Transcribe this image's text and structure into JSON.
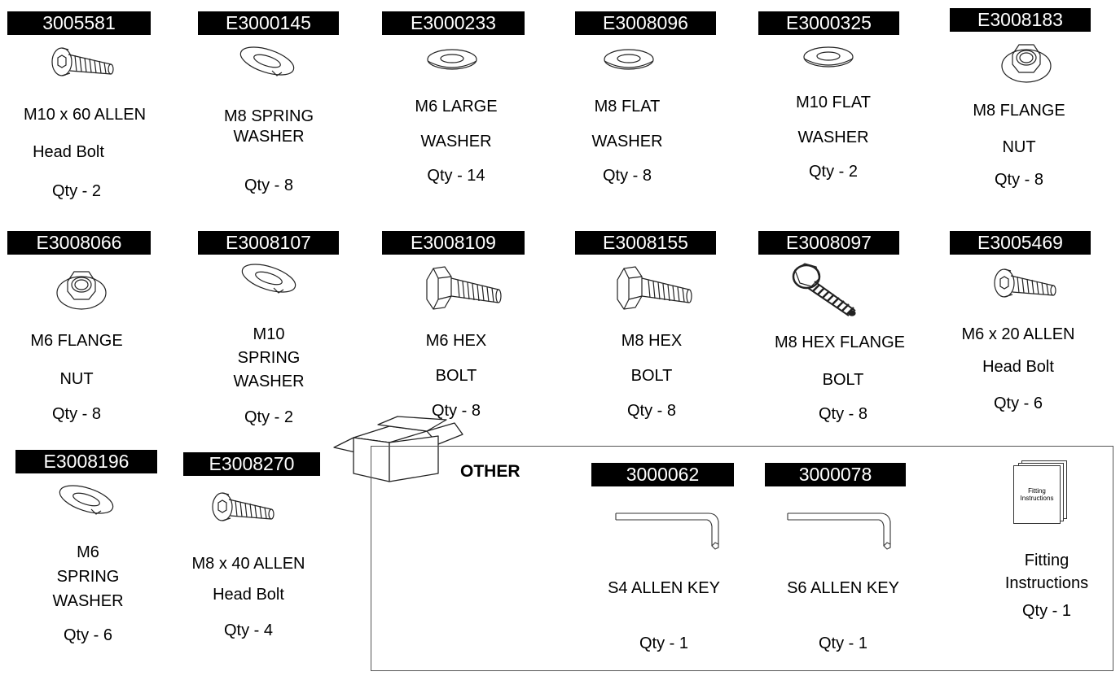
{
  "items": [
    {
      "code": "3005581",
      "lines": [
        "M10 x 60 ALLEN",
        "Head Bolt",
        "Qty - 2"
      ],
      "icon": "allen-bolt-icon"
    },
    {
      "code": "E3000145",
      "lines": [
        "M8 SPRING",
        "WASHER",
        "Qty - 8"
      ],
      "icon": "spring-washer-icon"
    },
    {
      "code": "E3000233",
      "lines": [
        "M6 LARGE",
        "WASHER",
        "Qty - 14"
      ],
      "icon": "flat-washer-icon"
    },
    {
      "code": "E3008096",
      "lines": [
        "M8 FLAT",
        "WASHER",
        "Qty - 8"
      ],
      "icon": "flat-washer-icon"
    },
    {
      "code": "E3000325",
      "lines": [
        "M10 FLAT",
        "WASHER",
        "Qty - 2"
      ],
      "icon": "flat-washer-icon"
    },
    {
      "code": "E3008183",
      "lines": [
        "M8 FLANGE",
        "NUT",
        "Qty - 8"
      ],
      "icon": "flange-nut-icon"
    },
    {
      "code": "E3008066",
      "lines": [
        "M6 FLANGE",
        "NUT",
        "Qty - 8"
      ],
      "icon": "flange-nut-icon"
    },
    {
      "code": "E3008107",
      "lines": [
        "M10",
        "SPRING",
        "WASHER",
        "Qty - 2"
      ],
      "icon": "spring-washer-icon"
    },
    {
      "code": "E3008109",
      "lines": [
        "M6 HEX",
        "BOLT",
        "Qty - 8"
      ],
      "icon": "hex-bolt-icon"
    },
    {
      "code": "E3008155",
      "lines": [
        "M8 HEX",
        "BOLT",
        "Qty - 8"
      ],
      "icon": "hex-bolt-icon"
    },
    {
      "code": "E3008097",
      "lines": [
        "M8 HEX FLANGE",
        "BOLT",
        "Qty - 8"
      ],
      "icon": "hex-flange-bolt-icon"
    },
    {
      "code": "E3005469",
      "lines": [
        "M6 x 20 ALLEN",
        "Head Bolt",
        "Qty - 6"
      ],
      "icon": "allen-bolt-icon"
    },
    {
      "code": "E3008196",
      "lines": [
        "M6",
        "SPRING",
        "WASHER",
        "Qty - 6"
      ],
      "icon": "spring-washer-icon"
    },
    {
      "code": "E3008270",
      "lines": [
        "M8 x 40 ALLEN",
        "Head Bolt",
        "Qty - 4"
      ],
      "icon": "allen-bolt-icon"
    }
  ],
  "other": {
    "title": "OTHER",
    "items": [
      {
        "code": "3000062",
        "name": "S4 ALLEN KEY",
        "qty": "Qty - 1",
        "icon": "allen-key-icon"
      },
      {
        "code": "3000078",
        "name": "S6 ALLEN KEY",
        "qty": "Qty - 1",
        "icon": "allen-key-icon"
      }
    ],
    "manual": {
      "cover_text": "Fitting Instructions",
      "name_lines": [
        "Fitting",
        "Instructions"
      ],
      "qty": "Qty - 1",
      "icon": "instructions-booklet-icon"
    }
  },
  "box_icon": "open-box-icon"
}
